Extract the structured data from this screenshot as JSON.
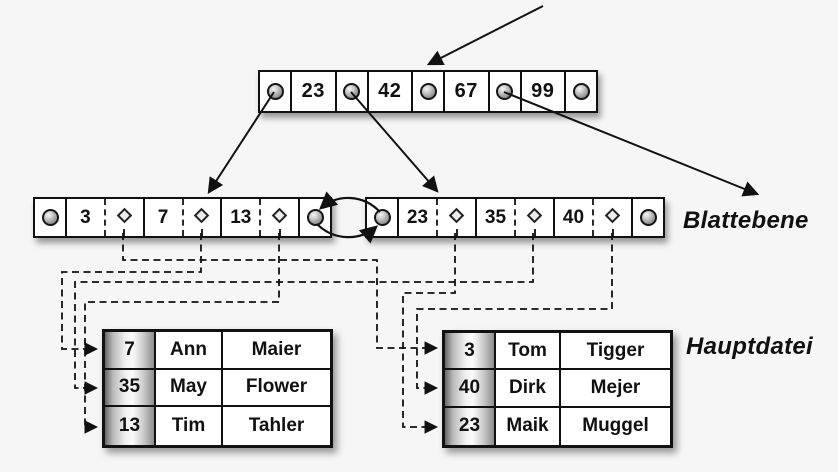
{
  "diagram": {
    "labels": {
      "leaf_level": "Blattebene",
      "main_file": "Hauptdatei"
    },
    "root_node": {
      "keys": [
        "23",
        "42",
        "67",
        "99"
      ]
    },
    "leaf_level": {
      "left_leaf": {
        "keys": [
          "3",
          "7",
          "13"
        ]
      },
      "right_leaf": {
        "keys": [
          "23",
          "35",
          "40"
        ]
      }
    },
    "main_file": {
      "left_table": {
        "rows": [
          {
            "key": "7",
            "first_name": "Ann",
            "last_name": "Maier"
          },
          {
            "key": "35",
            "first_name": "May",
            "last_name": "Flower"
          },
          {
            "key": "13",
            "first_name": "Tim",
            "last_name": "Tahler"
          }
        ]
      },
      "right_table": {
        "rows": [
          {
            "key": "3",
            "first_name": "Tom",
            "last_name": "Tigger"
          },
          {
            "key": "40",
            "first_name": "Dirk",
            "last_name": "Mejer"
          },
          {
            "key": "23",
            "first_name": "Maik",
            "last_name": "Muggel"
          }
        ]
      }
    },
    "icons": {
      "node_pointer": "pointer-circle-icon",
      "record_pointer": "diamond-icon"
    },
    "colors": {
      "background": "#f6f6f6",
      "box_fill": "#ffffff",
      "stroke": "#111111",
      "key_column_gradient": [
        "#666666",
        "#fbfbfb",
        "#8d8d8d"
      ]
    }
  }
}
